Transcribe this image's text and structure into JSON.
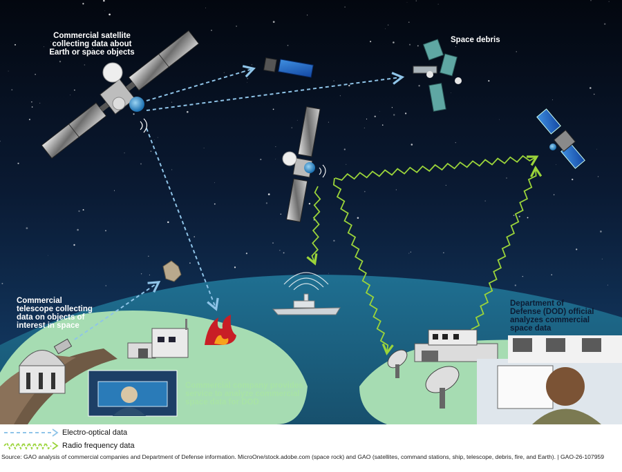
{
  "labels": {
    "commercial_satellite": "Commercial satellite\ncollecting data about\nEarth or space objects",
    "space_debris": "Space debris",
    "commercial_telescope": "Commercial\ntelescope collecting\ndata on objects of\ninterest in space",
    "dod_official": "Department of\nDefense (DOD) official\nanalyzes commercial\nspace data",
    "commercial_company": "Commercial company provides\nservice to analyze commercial\nspace data for DOD"
  },
  "legend": {
    "electro_optical": "Electro-optical data",
    "radio_frequency": "Radio frequency data"
  },
  "source": "Source: GAO analysis of commercial companies and Department of Defense information. MicroOne/stock.adobe.com (space rock) and GAO (satellites, command stations, ship, telescope, debris, fire, and Earth).  |  GAO-26-107959",
  "colors": {
    "space_top": "#060b18",
    "space_bottom": "#10325a",
    "earth_land": "#9fd7ad",
    "earth_sea": "#1c6c8c",
    "electro_optical": "#8fc4e8",
    "radio_frequency": "#9bd43a"
  }
}
